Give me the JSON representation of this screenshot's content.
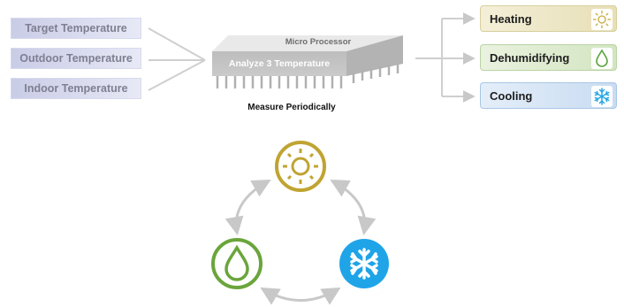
{
  "inputs": [
    {
      "label": "Target Temperature"
    },
    {
      "label": "Outdoor Temperature"
    },
    {
      "label": "Indoor Temperature"
    }
  ],
  "processor": {
    "title": "Micro Processor",
    "task": "Analyze 3 Temperature",
    "caption": "Measure Periodically"
  },
  "outputs": [
    {
      "label": "Heating",
      "icon": "sun-icon",
      "color": "#c8a93a"
    },
    {
      "label": "Dehumidifying",
      "icon": "droplet-icon",
      "color": "#5aa33c"
    },
    {
      "label": "Cooling",
      "icon": "snowflake-icon",
      "color": "#25a7e6"
    }
  ],
  "cycle": {
    "nodes": [
      {
        "mode": "heating",
        "icon": "sun-icon",
        "color": "#c0a432"
      },
      {
        "mode": "dehumidifying",
        "icon": "droplet-icon",
        "color": "#6aa53b"
      },
      {
        "mode": "cooling",
        "icon": "snowflake-icon",
        "color": "#1fa4e8"
      }
    ],
    "connector_color": "#c8c8c8"
  }
}
